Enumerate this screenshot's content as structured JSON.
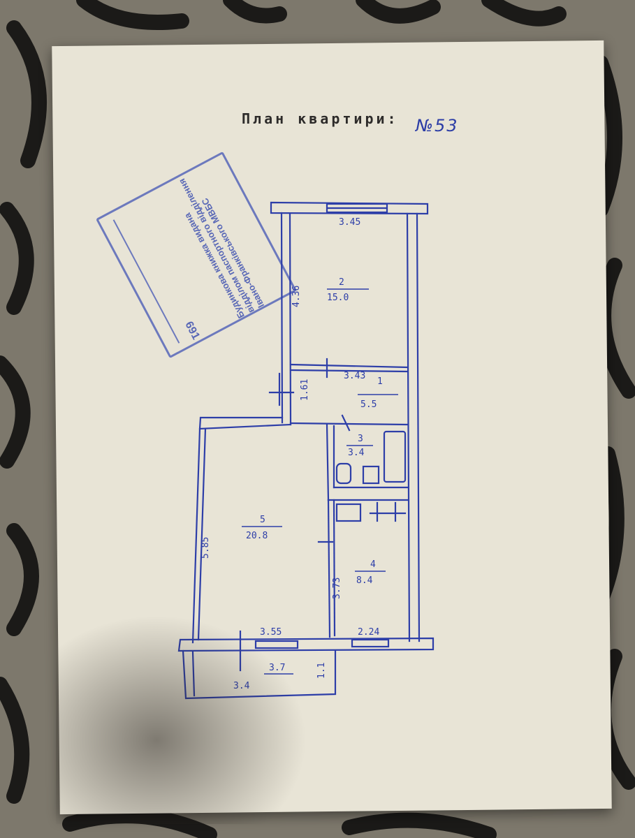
{
  "document": {
    "title": "План квартири:",
    "apartment_number": "№53"
  },
  "stamp": {
    "lines": [
      "Будинкова книжка видана",
      "відділом паспортного відділення",
      "Івано-Франківського МВБС"
    ],
    "code": "691"
  },
  "plan": {
    "rooms": [
      {
        "number": "1",
        "area": "5.5"
      },
      {
        "number": "2",
        "area": "15.0"
      },
      {
        "number": "3",
        "area": "3.4"
      },
      {
        "number": "4",
        "area": "8.4"
      },
      {
        "number": "5",
        "area": "20.8"
      }
    ],
    "balcony_area": "3.7",
    "dimensions": {
      "room2_width": "3.45",
      "room2_length": "4.36",
      "corridor_width": "3.43",
      "corridor_length": "1.61",
      "room5_length": "5.85",
      "room5_width": "3.55",
      "kitchen_length": "3.73",
      "kitchen_width": "2.24",
      "balcony_length": "3.4",
      "balcony_depth": "1.1"
    }
  },
  "colors": {
    "ink": "#2d3ea8",
    "paper": "#e8e4d6",
    "background": "#6f6a60"
  }
}
